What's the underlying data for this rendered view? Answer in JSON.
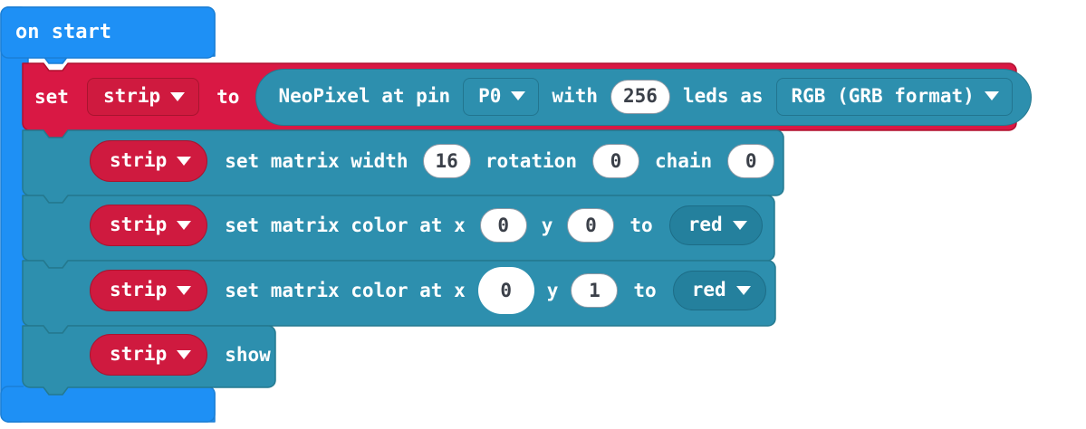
{
  "editor": {
    "name": "makecode-blocks-workspace",
    "background": "#ffffff"
  },
  "colors": {
    "event_block": "#1e90f5",
    "event_block_border": "#1579cd",
    "variable_block": "#d91844",
    "variable_block_border": "#b0102f",
    "neopixel_block": "#2d8fae",
    "neopixel_block_border": "#24798f",
    "field_white": "#ffffff",
    "field_text": "#3b4049",
    "text": "#ffffff"
  },
  "hat_block": {
    "label": "on start"
  },
  "set_block": {
    "set_label": "set",
    "variable": "strip",
    "to_label": "to",
    "value_block": {
      "prefix": "NeoPixel at pin",
      "pin": "P0",
      "with_label": "with",
      "leds": "256",
      "leds_label": "leds as",
      "format": "RGB (GRB format)"
    }
  },
  "statements": [
    {
      "variable": "strip",
      "label_1": "set matrix width",
      "value_1": "16",
      "label_2": "rotation",
      "value_2": "0",
      "label_3": "chain",
      "value_3": "0"
    },
    {
      "variable": "strip",
      "label_1": "set matrix color at x",
      "value_x": "0",
      "label_y": "y",
      "value_y": "0",
      "label_to": "to",
      "color": "red"
    },
    {
      "variable": "strip",
      "label_1": "set matrix color at x",
      "value_x": "0",
      "label_y": "y",
      "value_y": "1",
      "label_to": "to",
      "color": "red"
    },
    {
      "variable": "strip",
      "label_1": "show"
    }
  ],
  "icons": {
    "dropdown": "chevron-down-icon"
  }
}
